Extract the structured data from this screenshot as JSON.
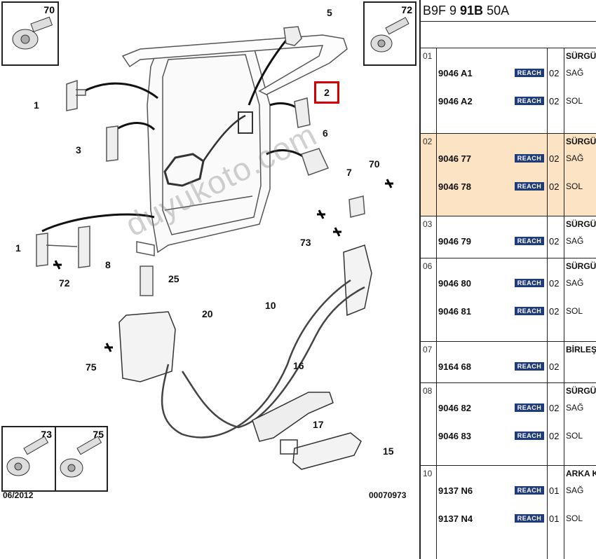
{
  "diagram": {
    "callouts": [
      "70",
      "5",
      "72",
      "2",
      "1",
      "3",
      "6",
      "7",
      "70",
      "73",
      "1",
      "8",
      "72",
      "25",
      "10",
      "20",
      "75",
      "16",
      "17",
      "15",
      "73",
      "75"
    ],
    "insets": {
      "top_left": "70",
      "top_right": "72",
      "bottom_a": "73",
      "bottom_b": "75"
    },
    "date": "06/2012",
    "code": "00070973",
    "watermark": "duyukoto.com"
  },
  "panel": {
    "header_prefix": "B9F 9 ",
    "header_bold": "91B",
    "header_suffix": " 50A",
    "badge": "REACH",
    "groups": [
      {
        "num": "01",
        "title": "SÜRGÜ",
        "selected": false,
        "rows": [
          {
            "ref": "9046 A1",
            "qty": "02",
            "desc": "SAĞ"
          },
          {
            "ref": "9046 A2",
            "qty": "02",
            "desc": "SOL"
          }
        ]
      },
      {
        "num": "02",
        "title": "SÜRGÜ",
        "selected": true,
        "rows": [
          {
            "ref": "9046 77",
            "qty": "02",
            "desc": "SAĞ"
          },
          {
            "ref": "9046 78",
            "qty": "02",
            "desc": "SOL"
          }
        ]
      },
      {
        "num": "03",
        "title": "SÜRGÜ",
        "selected": false,
        "rows": [
          {
            "ref": "9046 79",
            "qty": "02",
            "desc": "SAĞ"
          }
        ]
      },
      {
        "num": "06",
        "title": "SÜRGÜ",
        "selected": false,
        "rows": [
          {
            "ref": "9046 80",
            "qty": "02",
            "desc": "SAĞ"
          },
          {
            "ref": "9046 81",
            "qty": "02",
            "desc": "SOL"
          }
        ]
      },
      {
        "num": "07",
        "title": "BİRLEŞ",
        "selected": false,
        "rows": [
          {
            "ref": "9164 68",
            "qty": "02",
            "desc": ""
          }
        ]
      },
      {
        "num": "08",
        "title": "SÜRGÜ",
        "selected": false,
        "rows": [
          {
            "ref": "9046 82",
            "qty": "02",
            "desc": "SAĞ"
          },
          {
            "ref": "9046 83",
            "qty": "02",
            "desc": "SOL"
          }
        ]
      },
      {
        "num": "10",
        "title": "ARKA K",
        "selected": false,
        "rows": [
          {
            "ref": "9137 N6",
            "qty": "01",
            "desc": "SAĞ"
          },
          {
            "ref": "9137 N4",
            "qty": "01",
            "desc": "SOL"
          }
        ]
      }
    ]
  }
}
